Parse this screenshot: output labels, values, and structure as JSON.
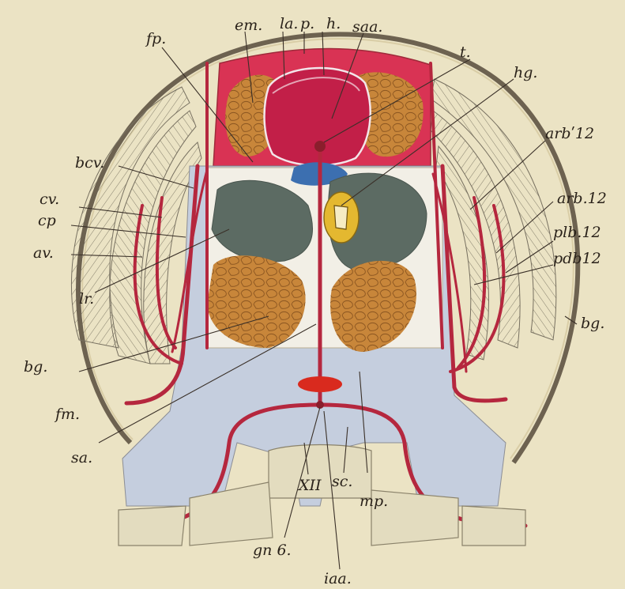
{
  "diagram": {
    "labels": {
      "em": "em.",
      "la": "la.",
      "p": "p.",
      "h": "h.",
      "saa": "saa.",
      "fp": "fp.",
      "t": "t.",
      "hg": "hg.",
      "arb_prime_12": "arbʹ12",
      "bcv": "bcv.",
      "cv": "cv.",
      "cp": "cp",
      "av": "av.",
      "arb_12": "arb.12",
      "plb_12": "plb.12",
      "pdb12": "pdb12",
      "lr": "lr.",
      "bg_left": "bg.",
      "bg_right": "bg.",
      "fm": "fm.",
      "sa": "sa.",
      "xii": "XII",
      "sc": "sc.",
      "mp": "mp.",
      "gn6": "gn 6.",
      "iaa": "iaa."
    },
    "colors": {
      "paper": "#ebe3c4",
      "pericardium": "#d93354",
      "vessel": "#b5273e",
      "fat_body": "#c8863a",
      "liver": "#5c6b63",
      "sinus": "#c5cede",
      "heart_sac": "#3c6fb0",
      "gut": "#e4b830"
    }
  }
}
